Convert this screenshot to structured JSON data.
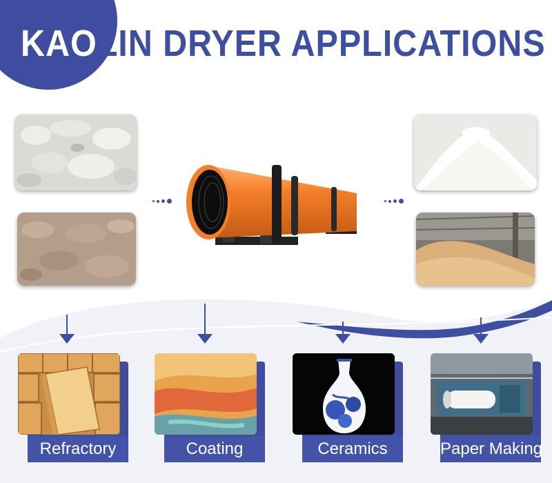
{
  "title": {
    "highlight": "KAO",
    "rest": "LIN DRYER APPLICATIONS"
  },
  "colors": {
    "brand_blue": "#3e4ea0",
    "dryer_orange": "#f07a24"
  },
  "applications": [
    {
      "label": "Refractory"
    },
    {
      "label": "Coating"
    },
    {
      "label": "Ceramics"
    },
    {
      "label": "Paper Making"
    }
  ]
}
